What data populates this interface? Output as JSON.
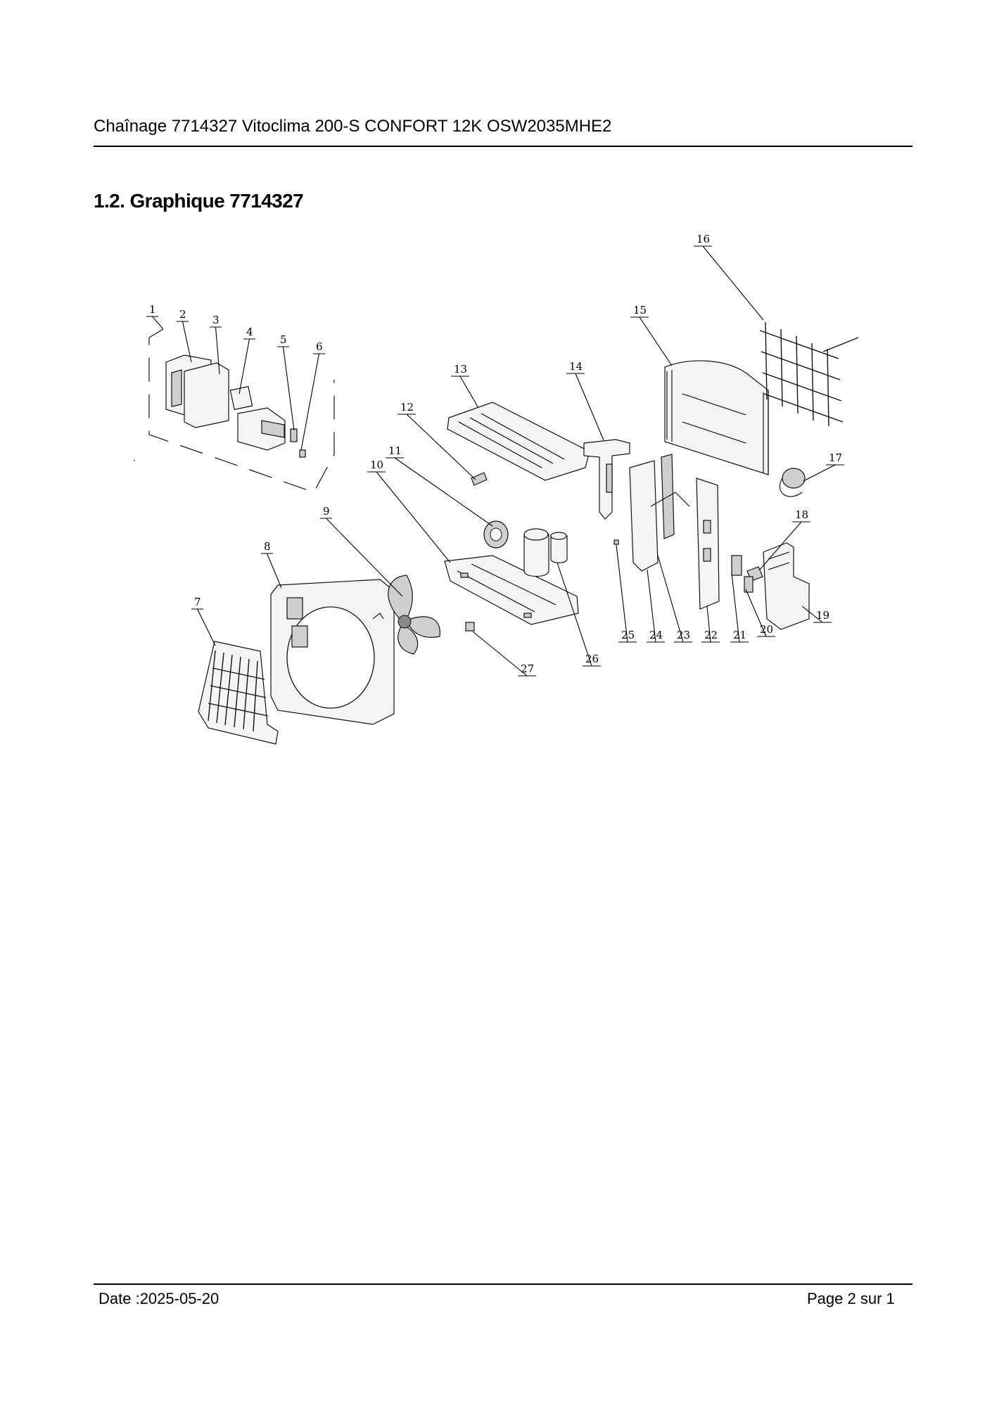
{
  "header": {
    "title": "Chaînage 7714327 Vitoclima 200-S CONFORT 12K OSW2035MHE2"
  },
  "section": {
    "title": "1.2. Graphique 7714327"
  },
  "diagram": {
    "callouts": [
      "1",
      "2",
      "3",
      "4",
      "5",
      "6",
      "7",
      "8",
      "9",
      "10",
      "11",
      "12",
      "13",
      "14",
      "15",
      "16",
      "17",
      "18",
      "19",
      "20",
      "21",
      "22",
      "23",
      "24",
      "25",
      "26",
      "27"
    ]
  },
  "footer": {
    "date": "Date :2025-05-20",
    "page": "Page 2 sur   1"
  }
}
